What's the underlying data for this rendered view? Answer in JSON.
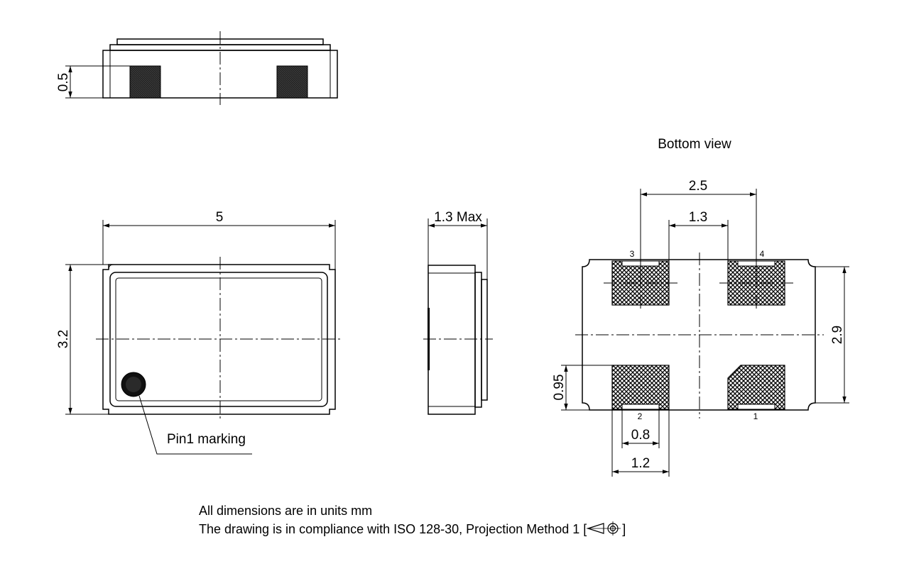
{
  "views": {
    "bottom_view_title": "Bottom view"
  },
  "dimensions": {
    "side_pad_height": "0.5",
    "length": "5",
    "width": "3.2",
    "height_max": "1.3 Max",
    "pad_outer_span": "2.5",
    "pad_inner_gap": "1.3",
    "pad_vertical_span": "2.9",
    "pad_height": "0.95",
    "pad_inner_width": "0.8",
    "pad_width": "1.2"
  },
  "pins": {
    "pin1": "1",
    "pin2": "2",
    "pin3": "3",
    "pin4": "4"
  },
  "annotations": {
    "pin1_marking": "Pin1 marking"
  },
  "notes": {
    "units": "All dimensions are in units mm",
    "compliance": "The drawing is in compliance with ISO 128-30, Projection Method 1 [",
    "compliance_end": "]"
  },
  "icons": {
    "projection_symbol": "first-angle-projection-icon"
  }
}
